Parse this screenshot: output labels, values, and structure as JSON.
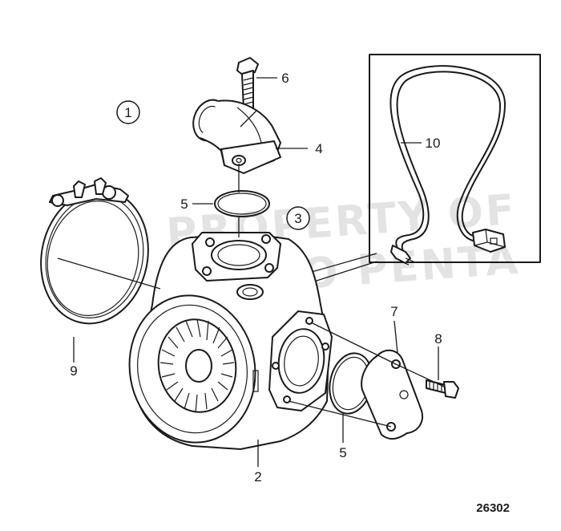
{
  "diagram": {
    "reference_number": "26302",
    "watermark_lines": [
      "PROPERTY OF",
      "VOLVO PENTA"
    ],
    "step_markers": [
      "1",
      "3"
    ],
    "part_labels": [
      "2",
      "4",
      "5",
      "5",
      "6",
      "7",
      "8",
      "9",
      "10"
    ]
  }
}
